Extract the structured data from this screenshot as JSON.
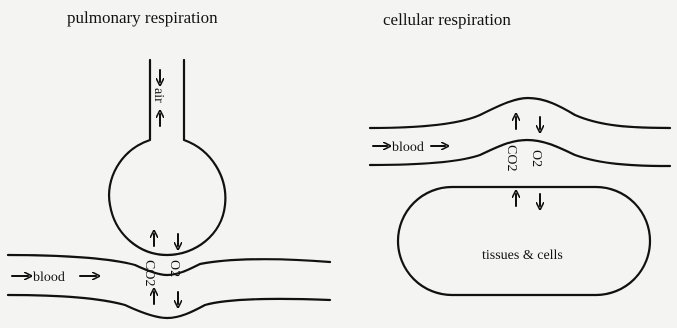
{
  "pulmonary": {
    "title": "pulmonary respiration",
    "air_label": "air",
    "blood_label": "blood",
    "gas_co2": "CO2",
    "gas_o2": "O2"
  },
  "cellular": {
    "title": "cellular respiration",
    "blood_label": "blood",
    "gas_co2": "CO2",
    "gas_o2": "O2",
    "tissue_label": "tissues & cells"
  }
}
